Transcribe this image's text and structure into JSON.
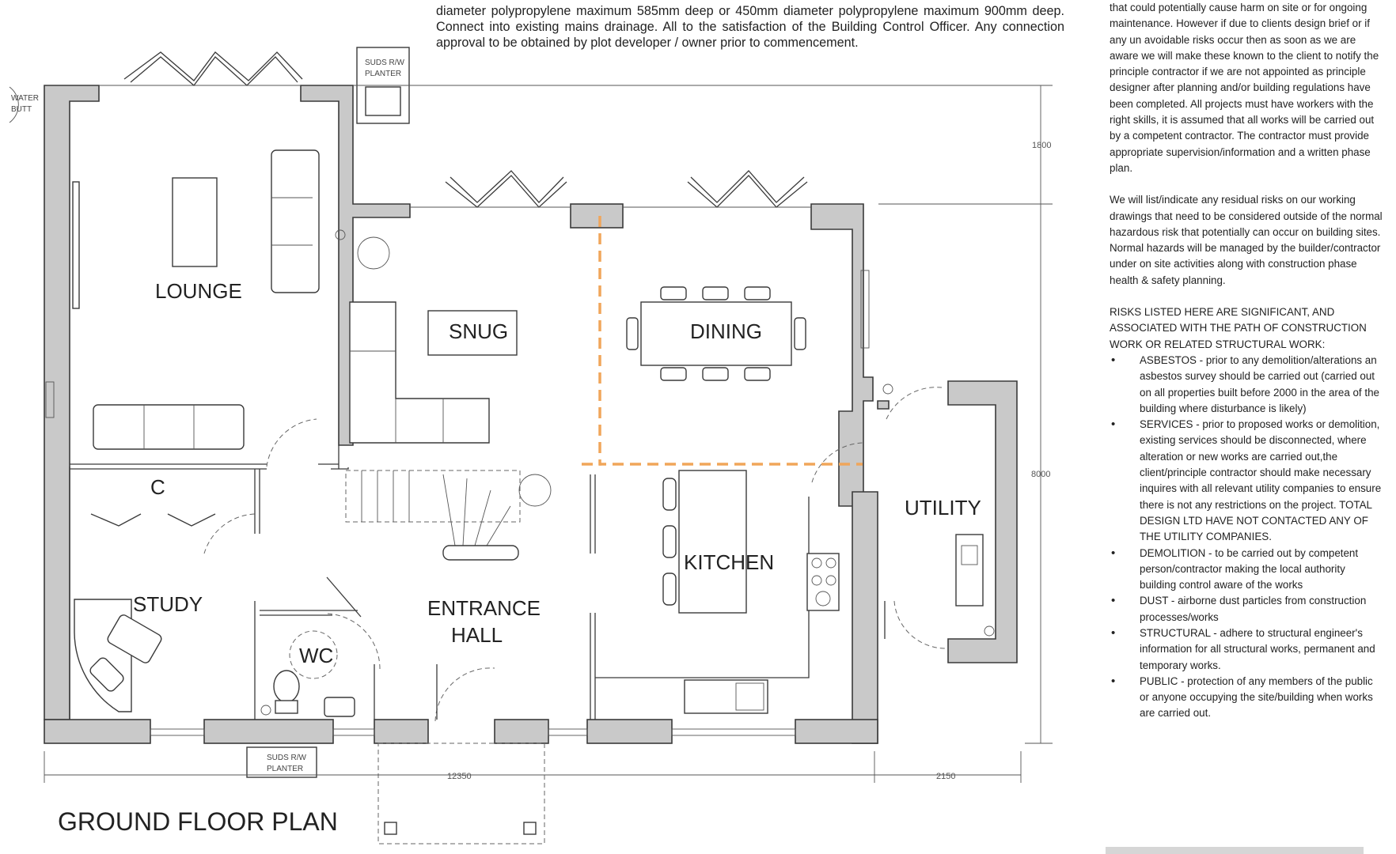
{
  "top_note": "diameter polypropylene maximum 585mm deep or 450mm diameter polypropylene maximum 900mm deep. Connect into existing mains drainage. All to the satisfaction of the Building Control Officer. Any connection approval to be obtained by plot developer / owner prior to commencement.",
  "risk_notes": {
    "intro": "that could potentially cause harm on site or for ongoing maintenance. However if due to clients design brief or if any un avoidable risks occur then as soon as we are aware we will make these known to the client to notify the principle contractor if we are not appointed as principle designer after planning and/or building regulations have been completed. All projects must have workers with the right skills, it is assumed that all works will be carried out by a competent contractor. The contractor must provide appropriate supervision/information and a written phase plan.",
    "residual": "We will list/indicate any residual risks on our working drawings that need to be considered outside of the normal hazardous risk that potentially can occur on building sites. Normal hazards will be managed by the builder/contractor under on site activities along with construction phase health & safety planning.",
    "heading": "RISKS LISTED HERE ARE SIGNIFICANT, AND ASSOCIATED WITH THE PATH OF CONSTRUCTION WORK OR RELATED STRUCTURAL WORK:",
    "items": [
      "ASBESTOS - prior to any demolition/alterations an asbestos survey should be carried out (carried out on all properties built before 2000 in the area of the building where disturbance is likely)",
      "SERVICES - prior to proposed works or demolition, existing services should be disconnected, where alteration or new works are carried out,the client/principle contractor should make necessary inquires with all relevant utility companies to ensure there is not any restrictions on the project.  TOTAL DESIGN LTD HAVE NOT CONTACTED ANY OF THE UTILITY COMPANIES.",
      "DEMOLITION - to be carried out by competent person/contractor making the local authority building control aware of the works",
      "DUST -  airborne dust particles from construction processes/works",
      "STRUCTURAL - adhere to structural engineer's information for all structural works, permanent and temporary works.",
      "PUBLIC - protection of any members of the public or anyone occupying the site/building when works are carried out."
    ]
  },
  "plan": {
    "title": "GROUND FLOOR PLAN",
    "rooms": {
      "lounge": "LOUNGE",
      "snug": "SNUG",
      "dining": "DINING",
      "cupboard": "C",
      "study": "STUDY",
      "entrance_hall": [
        "ENTRANCE",
        "HALL"
      ],
      "wc": "WC",
      "kitchen": "KITCHEN",
      "utility": "UTILITY"
    },
    "labels": {
      "water_butt": [
        "WATER",
        "BUTT"
      ],
      "suds_top": [
        "SUDS R/W",
        "PLANTER"
      ],
      "suds_bottom": [
        "SUDS R/W",
        "PLANTER"
      ]
    },
    "dimensions": {
      "width_main": "12350",
      "width_utility": "2150",
      "depth_rear": "1800",
      "depth_total": "8000"
    }
  },
  "colors": {
    "wall_fill": "#c9c9c9",
    "line": "#3a3a3a",
    "open_plan_marker": "#f0a65a"
  }
}
